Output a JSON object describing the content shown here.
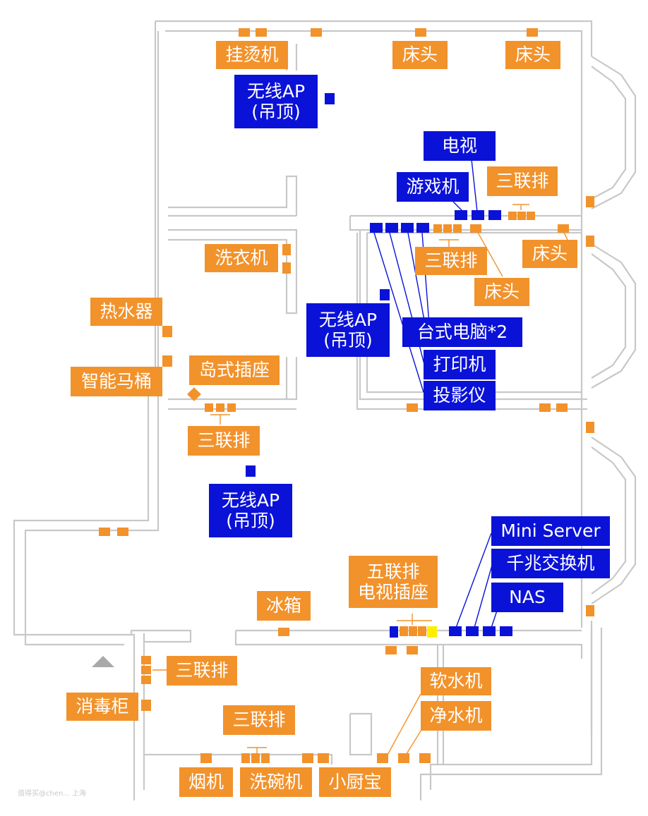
{
  "colors": {
    "wall": "#c8c8c8",
    "wall_fill": "#ffffff",
    "power_outlet": "#f2922b",
    "network_device": "#0a12d8",
    "highlight": "#ffee00",
    "compass": "#a9a9a9"
  },
  "legend_icon": "compass-arrow-icon",
  "labels": {
    "iron_hanger": "挂烫机",
    "bedside_1": "床头",
    "bedside_2": "床头",
    "ap_master_1": "无线AP",
    "ap_master_2": "(吊顶)",
    "tv": "电视",
    "game_console": "游戏机",
    "triple_strip_top": "三联排",
    "washing_machine": "洗衣机",
    "triple_strip_study": "三联排",
    "bedside_study_right": "床头",
    "bedside_study": "床头",
    "water_heater": "热水器",
    "ap_study_1": "无线AP",
    "ap_study_2": "(吊顶)",
    "desktop_pc": "台式电脑*2",
    "smart_toilet": "智能马桶",
    "island_socket": "岛式插座",
    "printer": "打印机",
    "projector": "投影仪",
    "triple_strip_island": "三联排",
    "ap_living_1": "无线AP",
    "ap_living_2": "(吊顶)",
    "mini_server": "Mini Server",
    "gigabit_switch": "千兆交换机",
    "nas": "NAS",
    "five_strip_1": "五联排",
    "five_strip_2": "电视插座",
    "fridge": "冰箱",
    "triple_strip_kitchen_left": "三联排",
    "water_softener": "软水机",
    "disinfection_cabinet": "消毒柜",
    "water_purifier": "净水机",
    "triple_strip_kitchen": "三联排",
    "range_hood": "烟机",
    "dishwasher": "洗碗机",
    "mini_water_heater": "小厨宝"
  },
  "watermark": "值得买@chen... 上海"
}
